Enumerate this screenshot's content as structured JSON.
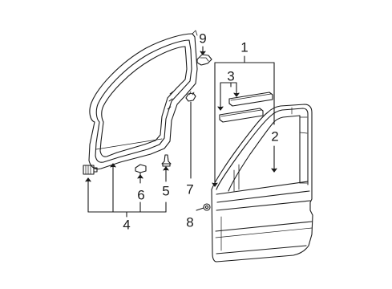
{
  "diagram": {
    "callouts": {
      "c1": "1",
      "c2": "2",
      "c3": "3",
      "c4": "4",
      "c5": "5",
      "c6": "6",
      "c7": "7",
      "c8": "8",
      "c9": "9"
    },
    "colors": {
      "line": "#1a1a1a",
      "background": "#ffffff"
    }
  }
}
